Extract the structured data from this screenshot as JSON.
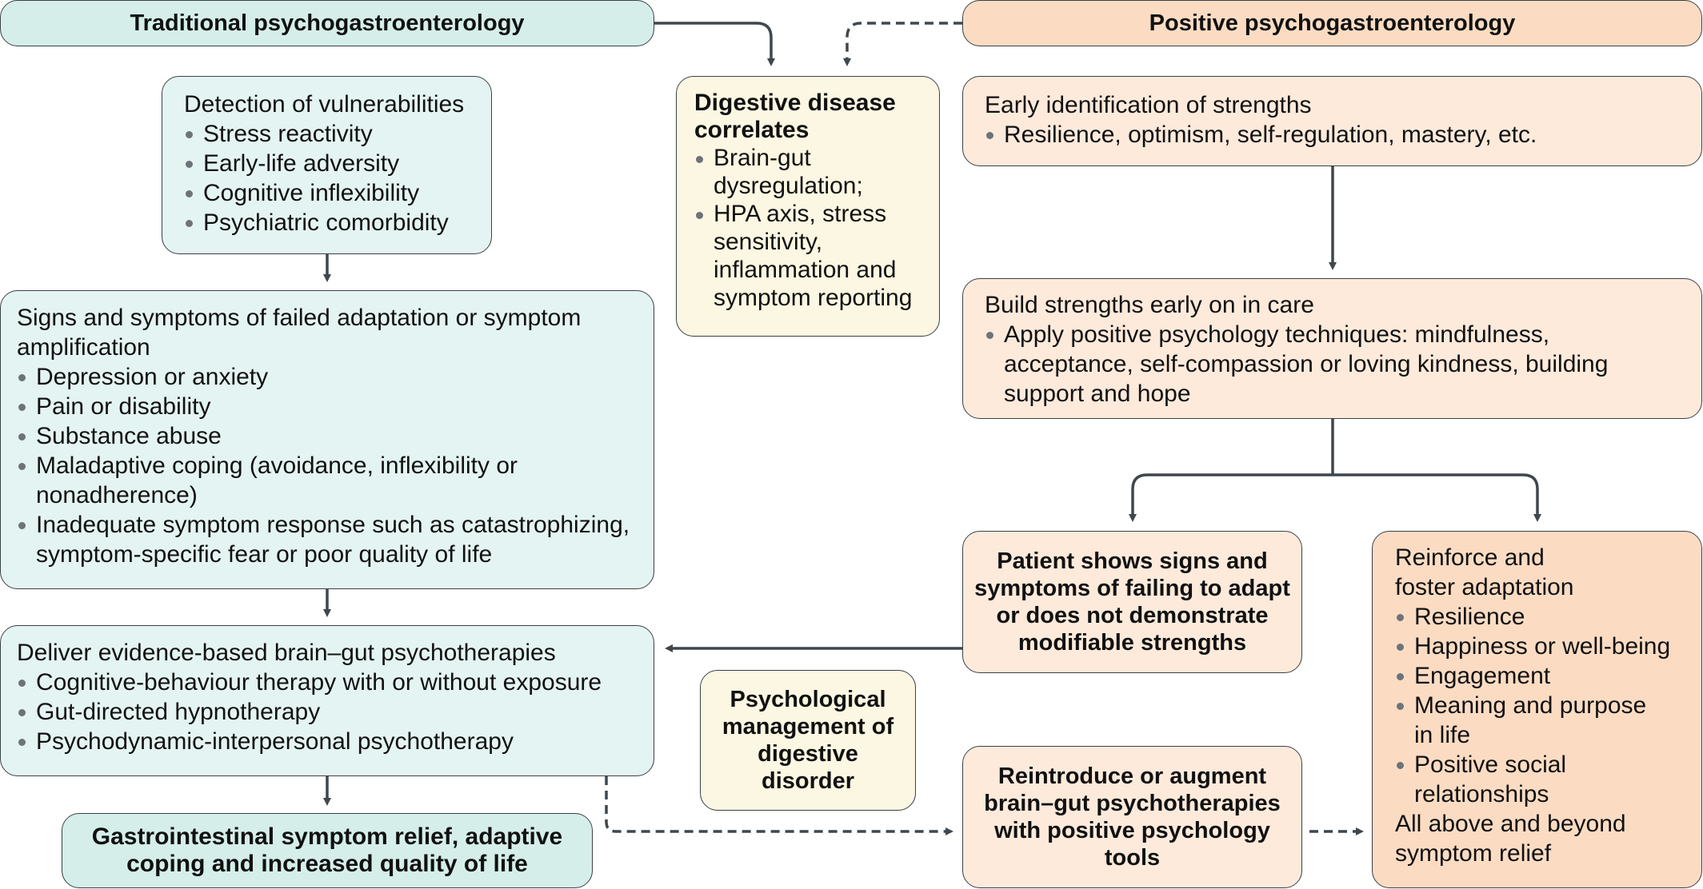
{
  "headers": {
    "traditional": "Traditional psychogastroenterology",
    "positive": "Positive psychogastroenterology"
  },
  "detection": {
    "title": "Detection of vulnerabilities",
    "items": [
      "Stress reactivity",
      "Early-life adversity",
      "Cognitive inflexibility",
      "Psychiatric comorbidity"
    ]
  },
  "digestive": {
    "title": "Digestive disease correlates",
    "items": [
      "Brain-gut dysregulation;",
      "HPA axis, stress sensitivity, inflammation and symptom reporting"
    ]
  },
  "early_identification": {
    "title": "Early identification of strengths",
    "items": [
      "Resilience, optimism, self-regulation, mastery, etc."
    ]
  },
  "signs": {
    "title": "Signs and symptoms of failed adaptation or symptom amplification",
    "items": [
      "Depression or anxiety",
      "Pain or disability",
      "Substance abuse",
      "Maladaptive coping (avoidance, inflexibility or nonadherence)",
      "Inadequate symptom response such as catastrophizing, symptom-specific fear or poor quality of life"
    ]
  },
  "build": {
    "title": "Build strengths early on in care",
    "items": [
      "Apply positive psychology techniques: mindfulness, acceptance, self-compassion or loving kindness, building support and hope"
    ]
  },
  "deliver": {
    "title": "Deliver evidence-based brain–gut psychotherapies",
    "items": [
      "Cognitive-behaviour therapy with or without exposure",
      "Gut-directed hypnotherapy",
      "Psychodynamic-interpersonal psychotherapy"
    ]
  },
  "patient": {
    "text": "Patient shows signs and symptoms of failing to adapt or does not demonstrate modifiable strengths"
  },
  "reinforce": {
    "title": "Reinforce and foster adaptation",
    "items": [
      "Resilience",
      "Happiness or well-being",
      "Engagement",
      "Meaning and purpose in life",
      "Positive social relationships"
    ],
    "footer": "All above and beyond symptom relief"
  },
  "psych_management": {
    "text": "Psychological management of digestive disorder"
  },
  "gi_relief": {
    "text": "Gastrointestinal symptom relief, adaptive coping and increased quality of life"
  },
  "reintroduce": {
    "text": "Reintroduce or augment brain–gut psychotherapies with positive psychology tools"
  },
  "colors": {
    "teal_fill": "#e4f4f2",
    "teal_header": "#d5eeea",
    "peach_fill": "#fdeadb",
    "peach_header": "#fbdcc3",
    "cream_fill": "#fcf7e2",
    "arrow": "#3f474d"
  }
}
